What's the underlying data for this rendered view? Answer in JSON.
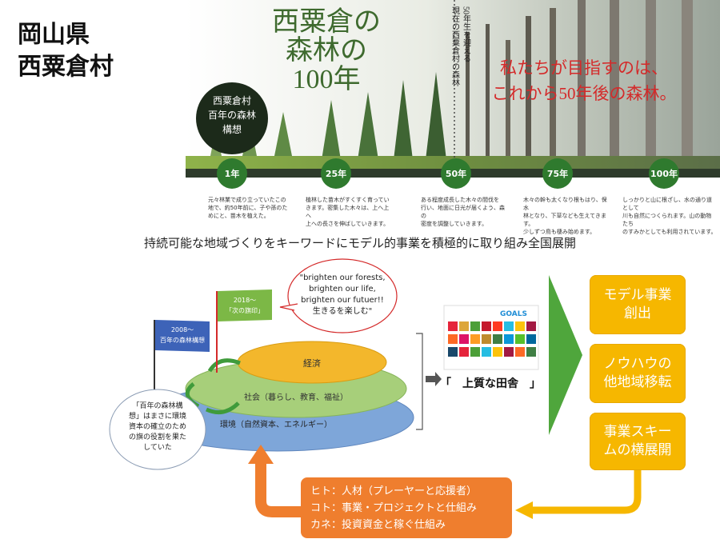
{
  "place": {
    "prefecture": "岡山県",
    "village": "西粟倉村"
  },
  "banner": {
    "title": [
      "西粟倉の",
      "森林の",
      "100年"
    ],
    "badge": [
      "西粟倉村",
      "百年の森林",
      "構想"
    ],
    "vertical_note": [
      "50年生を迎える",
      "現在の西粟倉村の森林"
    ],
    "goal": [
      "私たちが目指すのは、",
      "これから50年後の森林。"
    ],
    "milestones": [
      "1年",
      "25年",
      "50年",
      "75年",
      "100年"
    ],
    "captions": [
      [
        "元々林業で成り立っていたこの",
        "地で、約50年前に、子や孫のた",
        "めにと、苗木を植えた。"
      ],
      [
        "植林した苗木がすくすく育ってい",
        "きます。密集した木々は、上へ上へ",
        "上への長さを伸ばしていきます。"
      ],
      [
        "ある程度成長した木々の間伐を",
        "行い、地面に日光が届くよう、森の",
        "密度を調整していきます。"
      ],
      [
        "木々の幹も太くなり根もはり、保水",
        "林となり、下草なども生えてきます。",
        "少しずつ鳥も棲み始めます。"
      ],
      [
        "しっかりと山に根ざし、水の通り道として",
        "川も自然につくられます。山の動物たち",
        "のすみかとしても利用されています。"
      ]
    ]
  },
  "tagline": "持続可能な地域づくりをキーワードにモデル的事業を積極的に取り組み全国展開",
  "diagram": {
    "flag_blue": [
      "2008～",
      "百年の森林構想"
    ],
    "flag_green": [
      "2018～",
      "「次の旗印」"
    ],
    "speech": [
      "\"brighten our forests,",
      "brighten our life,",
      "brighten our futuer!!",
      "生きるを楽しむ\""
    ],
    "layer_top": "経済",
    "layer_mid": "社会（暮らし、教育、福祉）",
    "layer_bottom": "環境（自然資本、エネルギー）",
    "note": [
      "「百年の森林構",
      "想」はまさに環境",
      "資本の確立のため",
      "の旗の役割を果た",
      "していた"
    ],
    "sdg_title": "GOALS",
    "result_label": "「　上質な田舎　」",
    "outcomes": [
      [
        "モデル事業",
        "創出"
      ],
      [
        "ノウハウの",
        "他地域移転"
      ],
      [
        "事業スキー",
        "ムの横展開"
      ]
    ],
    "resources": [
      "ヒト：人材（プレーヤーと応援者）",
      "コト：事業・プロジェクトと仕組み",
      "カネ：投資資金と稼ぐ仕組み"
    ]
  },
  "colors": {
    "forest_dark": "#1f3b1c",
    "milestone": "#2f7a2e",
    "accent_red": "#d42a2a",
    "green_arrow": "#4fa63c",
    "yellow": "#f6b700",
    "orange": "#ef7e2e",
    "blue_layer": "#7ea6d9",
    "green_layer": "#a7cf7a",
    "yellow_layer": "#f3b72c"
  }
}
